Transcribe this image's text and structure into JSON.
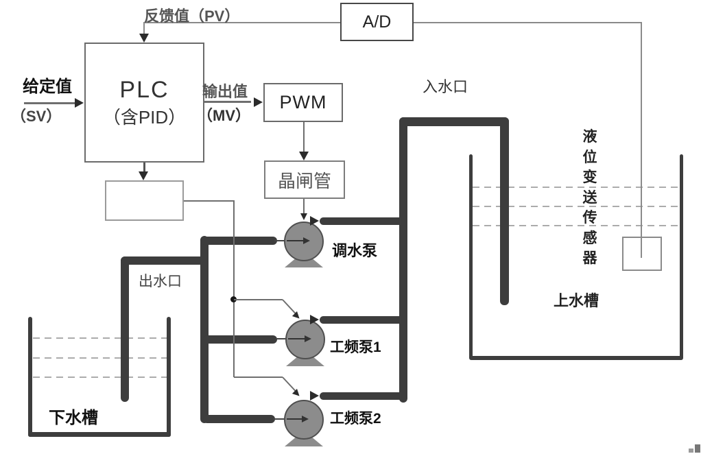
{
  "diagram": {
    "blocks": {
      "plc": {
        "line1": "PLC",
        "line2": "（含PID）"
      },
      "ad": {
        "label": "A/D"
      },
      "pwm": {
        "label": "PWM"
      },
      "thyristor": {
        "label": "晶闸管"
      }
    },
    "labels": {
      "feedback_pv": "反馈值（PV）",
      "setpoint": "给定值",
      "setpoint_abbr": "（SV）",
      "output_value": "输出值",
      "output_abbr": "（MV）",
      "water_inlet": "入水口",
      "water_outlet": "出水口",
      "pump_regulating": "调水泵",
      "pump_fixed_1": "工频泵1",
      "pump_fixed_2": "工频泵2",
      "upper_tank": "上水槽",
      "lower_tank": "下水槽",
      "level_sensor": "液位变送传感器"
    },
    "colors": {
      "pipe": "#3d3d3d",
      "pump_fill": "#8c8c8c",
      "pump_stroke": "#4f4f4f",
      "line": "#6e6e6e",
      "wire": "#8a8a8a",
      "arrow": "#2b2b2b",
      "dashed": "#ababab",
      "text": "#222222",
      "box_border": "#6a6a6a"
    }
  }
}
